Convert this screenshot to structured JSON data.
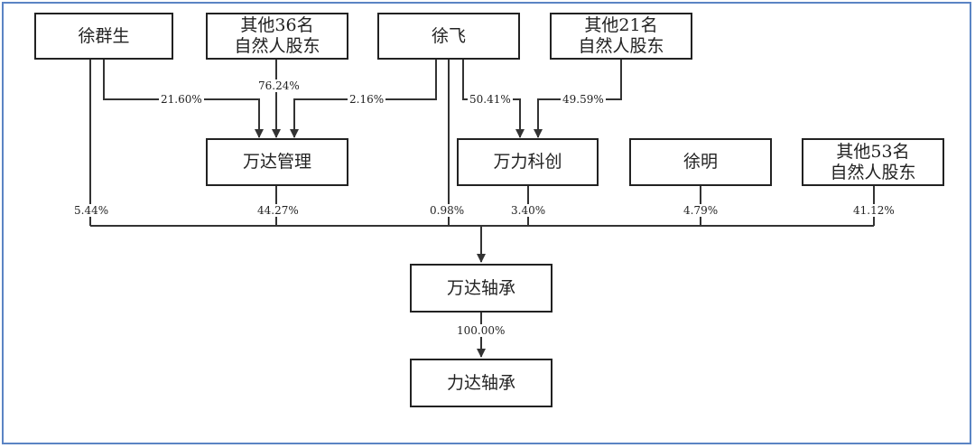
{
  "entities": {
    "xu_qunsheng": "徐群生",
    "others36": [
      "其他36名",
      "自然人股东"
    ],
    "xu_fei": "徐飞",
    "others21": [
      "其他21名",
      "自然人股东"
    ],
    "wanda_mgmt": "万达管理",
    "wanli_kechuang": "万力科创",
    "xu_ming": "徐明",
    "others53": [
      "其他53名",
      "自然人股东"
    ],
    "wanda_bearing": "万达轴承",
    "lida_bearing": "力达轴承"
  },
  "ownership": {
    "xu_qunsheng_to_wanda_mgmt": "21.60%",
    "others36_to_wanda_mgmt": "76.24%",
    "xu_fei_to_wanda_mgmt": "2.16%",
    "xu_fei_to_wanli": "50.41%",
    "others21_to_wanli": "49.59%",
    "xu_qunsheng_to_wanda_bearing": "5.44%",
    "wanda_mgmt_to_wanda_bearing": "44.27%",
    "xu_fei_to_wanda_bearing": "0.98%",
    "wanli_to_wanda_bearing": "3.40%",
    "xu_ming_to_wanda_bearing": "4.79%",
    "others53_to_wanda_bearing": "41.12%",
    "wanda_bearing_to_lida": "100.00%"
  }
}
